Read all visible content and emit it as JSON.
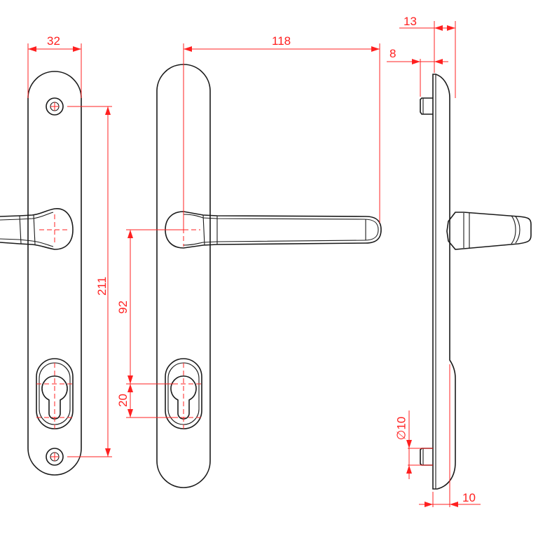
{
  "drawing": {
    "subject": "door lever handle on backplate with euro-profile cylinder cutout",
    "views": [
      "front-view-left-partial",
      "front-view-center",
      "side-view-right"
    ],
    "colors": {
      "outline": "#1a1a1a",
      "dimension": "#ff2020",
      "background": "#ffffff"
    },
    "dimensions": {
      "plate_width": "32",
      "screw_centers": "211",
      "lever_projection": "118",
      "lever_to_cylinder": "92",
      "cylinder_offset": "20",
      "side_total_depth": "13",
      "screw_boss_length": "8",
      "boss_diameter": "∅10",
      "plate_thickness": "10"
    }
  }
}
